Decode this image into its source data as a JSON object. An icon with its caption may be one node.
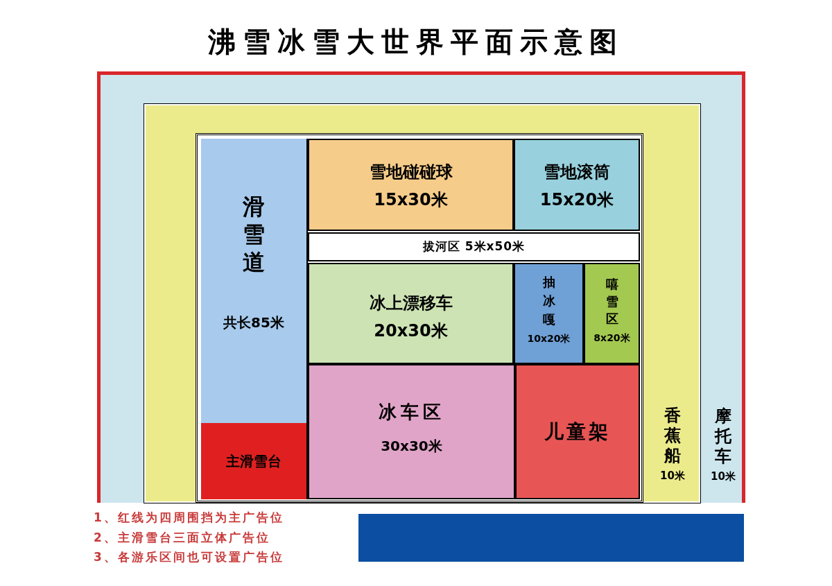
{
  "diagram": {
    "title": "沸雪冰雪大世界平面示意图",
    "nodes": [
      {
        "text": [
          "摩托车",
          "10米"
        ]
      },
      {
        "text": [
          "香蕉船",
          "10米"
        ],
        "in": 0
      },
      {
        "text": [],
        "shape": "box",
        "in": 1
      },
      {
        "text": [
          "滑雪道",
          "共长85米"
        ],
        "in": 2
      },
      {
        "text": [
          "主滑雪台"
        ],
        "in": 2
      },
      {
        "text": [
          "雪地碰碰球",
          "15x30米"
        ],
        "in": 2
      },
      {
        "text": [
          "雪地滚筒",
          "15x20米"
        ],
        "in": 2
      },
      {
        "text": [
          "拔河区 5米x50米"
        ],
        "in": 2
      },
      {
        "text": [
          "冰上漂移车",
          "20x30米"
        ],
        "in": 2
      },
      {
        "text": [
          "抽冰嘎",
          "10x20米"
        ],
        "in": 2
      },
      {
        "text": [
          "嘻雪区",
          "8x20米"
        ],
        "in": 2
      },
      {
        "text": [
          "冰车区",
          "30x30米"
        ],
        "in": 2
      },
      {
        "text": [
          "儿童架"
        ],
        "in": 2
      },
      {
        "text": [],
        "shape": "bar"
      }
    ],
    "edges": [],
    "labels": [
      "1、红线为四周围挡为主广告位",
      "2、主滑雪台三面立体广告位",
      "3、各游乐区间也可设置广告位"
    ]
  }
}
